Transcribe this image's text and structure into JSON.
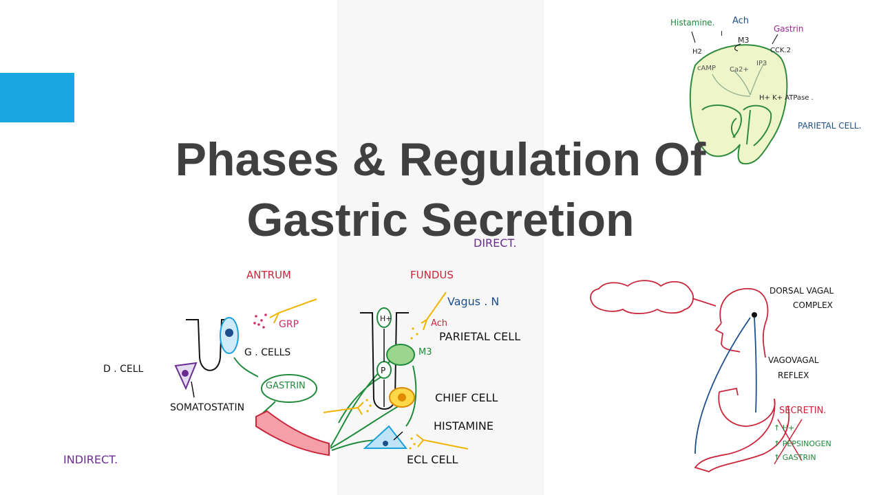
{
  "title": {
    "line1": "Phases & Regulation Of",
    "line2": "Gastric Secretion"
  },
  "colors": {
    "accent_block": "#1ba7e1",
    "title": "#404040",
    "center_panel": "#f7f7f7",
    "green": "#1e8a3a",
    "red": "#c9253a",
    "blue": "#1d4e8c",
    "purple": "#6a2c91",
    "yellow": "#f0b400",
    "cell_fill": "#eef5c8"
  },
  "parietal_diagram": {
    "histamine": "Histamine.",
    "ach": "Ach",
    "gastrin": "Gastrin",
    "tick": "I",
    "m3": "M3",
    "h2": "H2",
    "cck2": "CCK.2",
    "camp": "cAMP",
    "ca": "Ca2+",
    "ip3": "IP3",
    "atpase": "H+ K+ ATPase .",
    "cell_label": "PARIETAL CELL."
  },
  "main_diagram": {
    "direct": "DIRECT.",
    "antrum": "ANTRUM",
    "fundus": "FUNDUS",
    "vagus": "Vagus . N",
    "grp": "GRP",
    "ach": "Ach",
    "g_cells": "G . CELLS",
    "d_cell": "D . CELL",
    "gastrin": "GASTRIN",
    "somatostatin": "SOMATOSTATIN",
    "h_plus": "H+",
    "p": "P",
    "m3": "M3",
    "parietal_cell": "PARIETAL CELL",
    "chief_cell": "CHIEF CELL",
    "histamine": "HISTAMINE",
    "ecl_cell": "ECL CELL",
    "indirect": "INDIRECT."
  },
  "reflex_diagram": {
    "dorsal_vagal_1": "DORSAL VAGAL",
    "dorsal_vagal_2": "COMPLEX",
    "vagovagal_1": "VAGOVAGAL",
    "vagovagal_2": "REFLEX",
    "secretin": "SECRETIN.",
    "h_plus": "↑ H+",
    "pepsinogen": "↑ PEPSINOGEN",
    "gastrin": "↑ GASTRIN"
  }
}
